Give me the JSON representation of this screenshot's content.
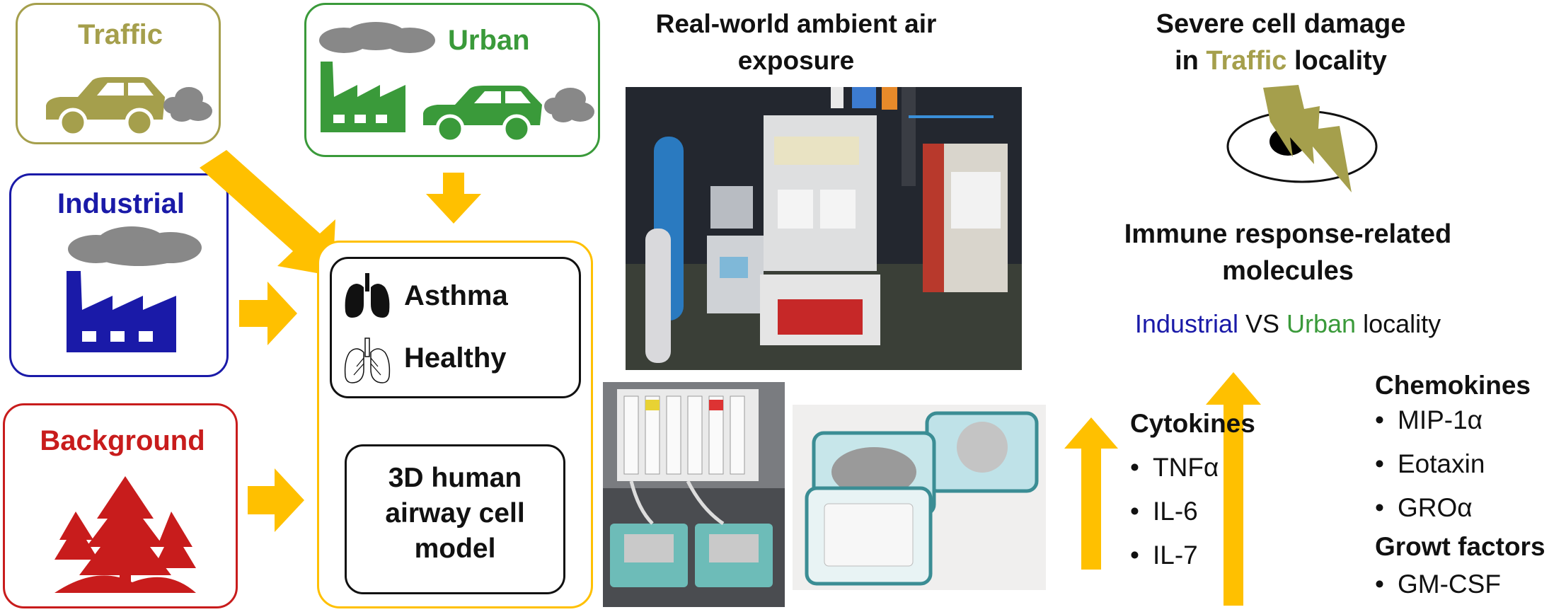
{
  "sources": {
    "traffic": "Traffic",
    "urban": "Urban",
    "industrial": "Industrial",
    "background": "Background"
  },
  "models": {
    "asthma": "Asthma",
    "healthy": "Healthy",
    "cell_model": "3D human airway cell model"
  },
  "exposure": {
    "title": "Real-world ambient air exposure"
  },
  "damage": {
    "line1": "Severe cell damage",
    "line2_prefix": "in ",
    "line2_highlight": "Traffic",
    "line2_suffix": " locality"
  },
  "immune": {
    "title": "Immune response-related molecules",
    "compare_industrial": "Industrial",
    "compare_vs": " VS ",
    "compare_urban": "Urban",
    "compare_suffix": " locality"
  },
  "cytokines": {
    "title": "Cytokines",
    "items": [
      "TNFα",
      "IL-6",
      "IL-7"
    ]
  },
  "chemokines": {
    "title": "Chemokines",
    "items": [
      "MIP-1α",
      "Eotaxin",
      "GROα"
    ]
  },
  "growth_factors": {
    "title": "Growt factors",
    "items": [
      "GM-CSF"
    ]
  },
  "colors": {
    "traffic": "#a59f4c",
    "urban": "#3a9a3a",
    "industrial": "#1a1aa8",
    "background": "#c81c1c",
    "arrow": "#ffc000",
    "smoke": "#888888"
  }
}
